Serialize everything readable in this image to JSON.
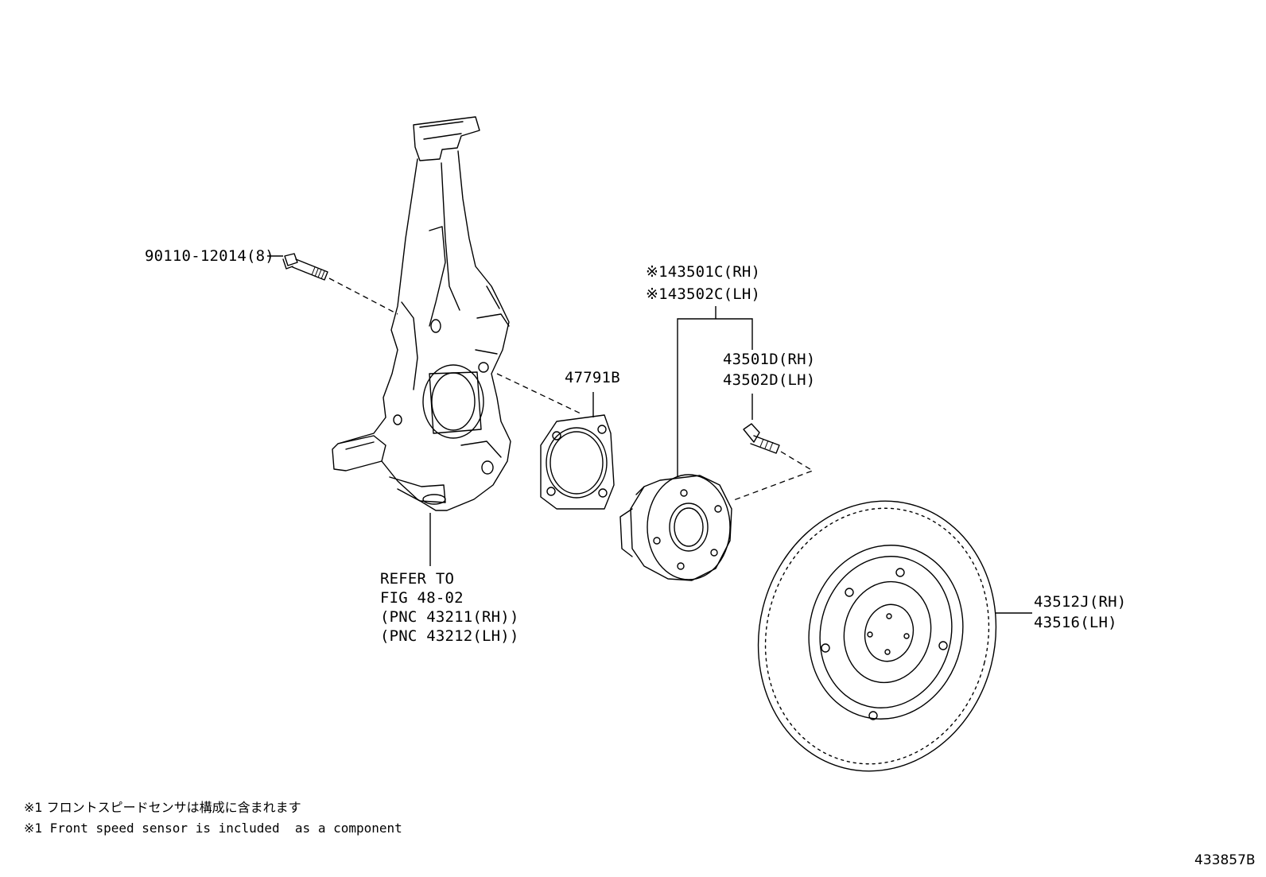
{
  "labels": {
    "bolt": "90110-12014(8)",
    "knuckle_ref": [
      "REFER TO",
      "FIG 48-02",
      "(PNC 43211(RH))",
      "(PNC 43212(LH))"
    ],
    "cover": "47791B",
    "hub_assy": [
      "※143501C(RH)",
      "※143502C(LH)"
    ],
    "hub_bolt": [
      "43501D(RH)",
      "43502D(LH)"
    ],
    "disc": [
      "43512J(RH)",
      "43516(LH)"
    ]
  },
  "notes": {
    "jp": "※1 フロントスピードセンサは構成に含まれます",
    "en": "※1 Front speed sensor is included  as a component"
  },
  "figure_id": "433857B"
}
